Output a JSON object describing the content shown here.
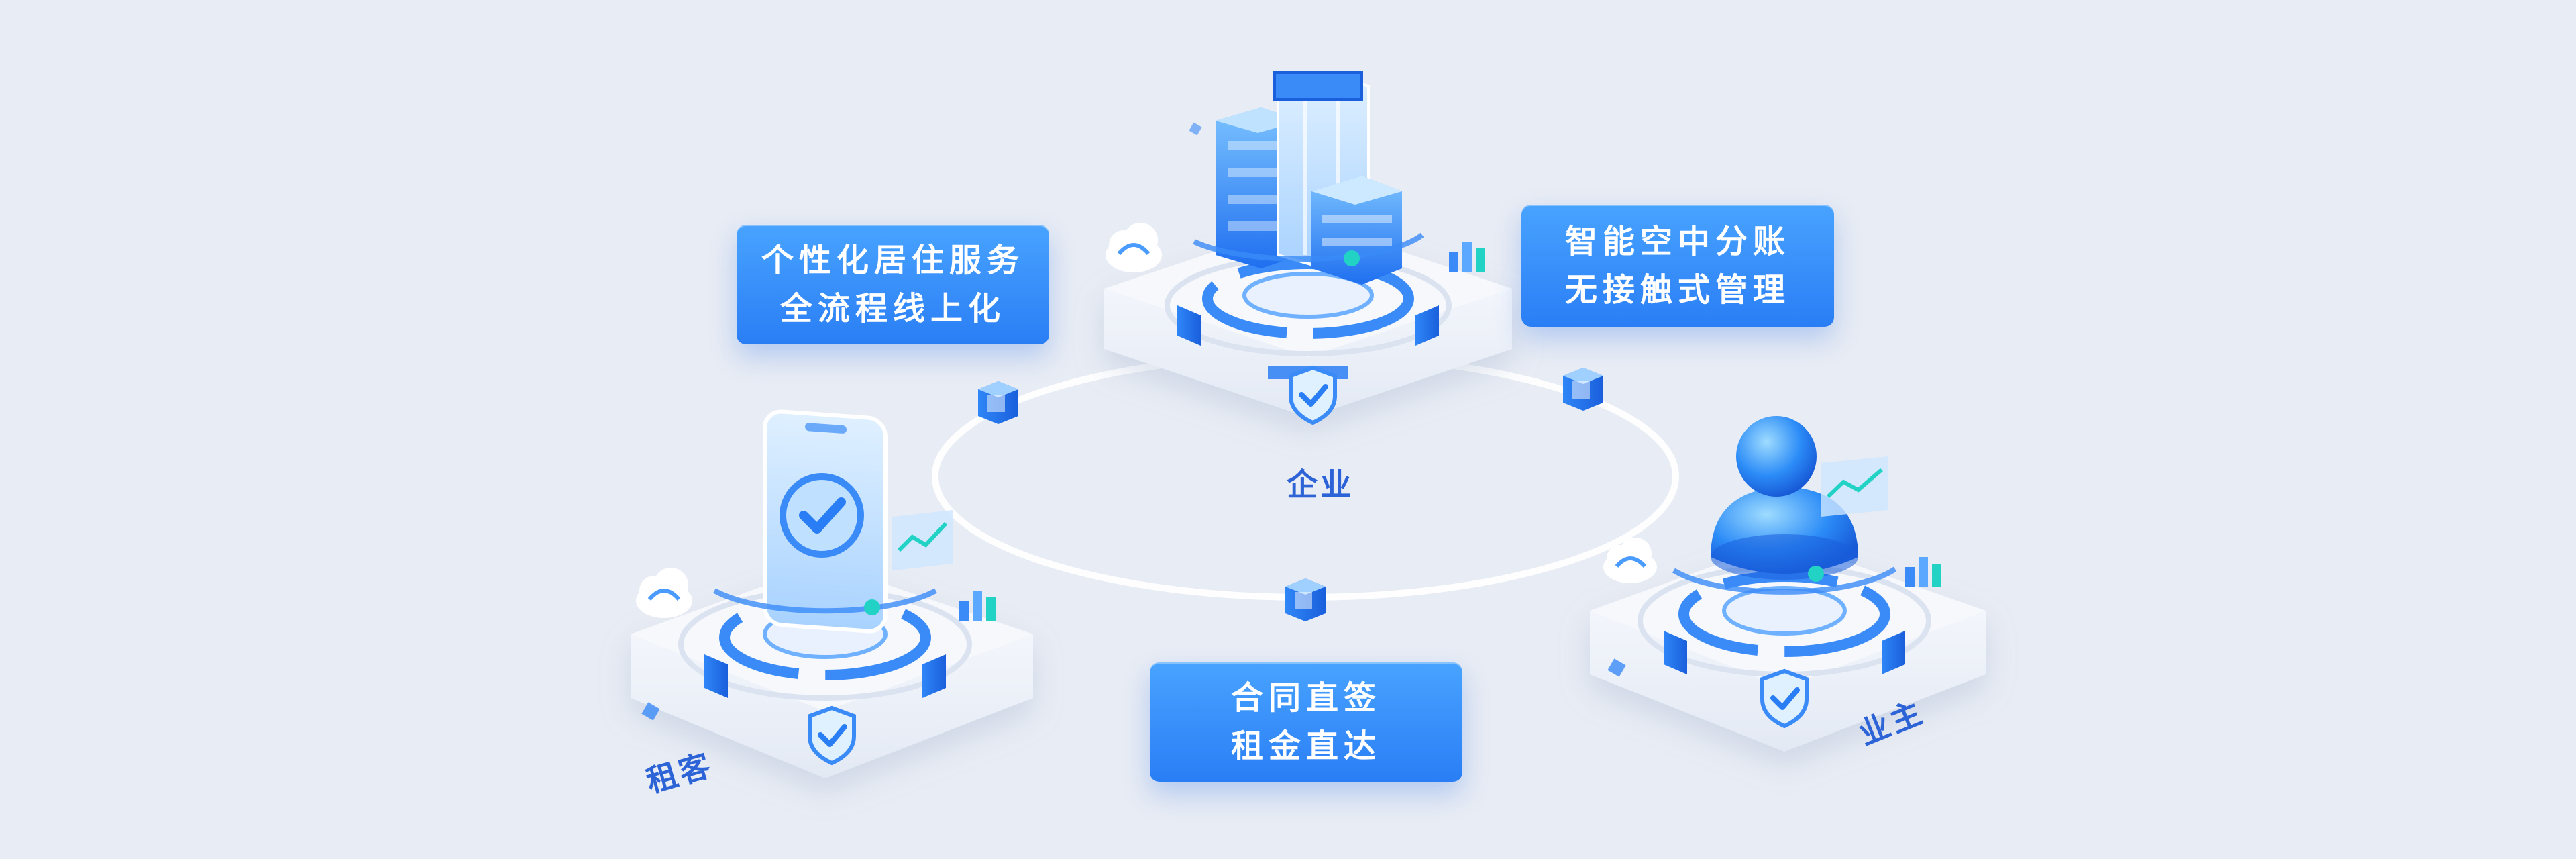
{
  "badges": {
    "left": {
      "line1": "个性化居住服务",
      "line2": "全流程线上化"
    },
    "right": {
      "line1": "智能空中分账",
      "line2": "无接触式管理"
    },
    "bottom": {
      "line1": "合同直签",
      "line2": "租金直达"
    }
  },
  "roles": {
    "enterprise": "企业",
    "tenant": "租客",
    "owner": "业主"
  },
  "colors": {
    "background": "#e8ecf4",
    "accent_blue": "#2a7ef5",
    "label_blue": "#2c63d6",
    "ring": "#ffffff"
  },
  "icons": [
    "office-building-icon",
    "smartphone-check-icon",
    "person-icon",
    "shield-check-icon",
    "cloud-icon",
    "cube-icon"
  ]
}
